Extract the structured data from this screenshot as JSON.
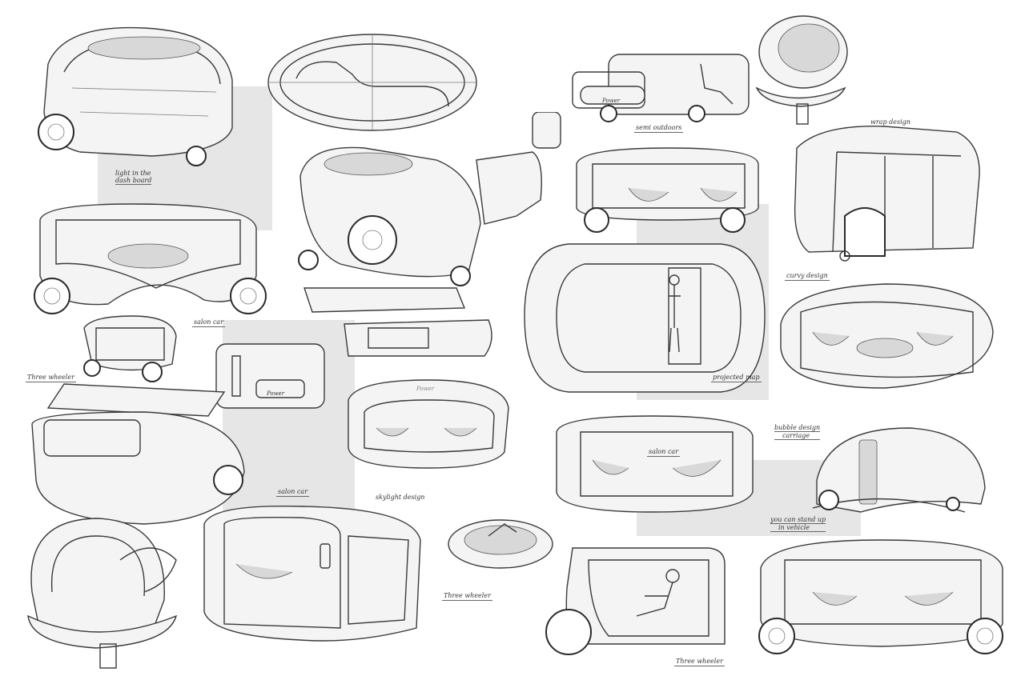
{
  "sheet": {
    "title": "Vehicle concept sketch sheet",
    "background": "#ffffff",
    "panel_color": "#e6e6e6",
    "line_color": "#3a3a3a"
  },
  "annotations": {
    "light_in_dashboard_1": "light in the",
    "light_in_dashboard_2": "dash board",
    "semi_outdoors": "semi outdoors",
    "wrap_design": "wrap design",
    "curvy_design": "curvy design",
    "projected_map": "projected map",
    "salon_car_top": "salon car",
    "three_wheeler_left": "Three wheeler",
    "bubble_design_1": "bubble design",
    "bubble_design_2": "carriage",
    "stand_up_1": "you can stand up",
    "stand_up_2": "in vehicle",
    "salon_car_mid": "salon car",
    "salon_car_bottom": "salon car",
    "skylight_design": "skylight design",
    "three_wheeler_mid": "Three wheeler",
    "three_wheeler_bottom": "Three wheeler"
  },
  "plates": {
    "plate_1": "Power",
    "plate_2": "Power",
    "plate_3": "Power"
  }
}
